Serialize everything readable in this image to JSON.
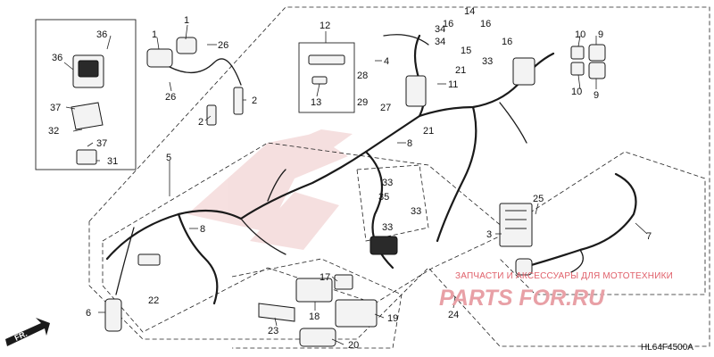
{
  "diagram": {
    "code": "HL64F4500A",
    "direction_label": "FR.",
    "watermark_caption": "ЗАПЧАСТИ И АКСЕССУАРЫ ДЛЯ МОТОТЕХНИКИ",
    "watermark_logo": "PARTS FOR.RU",
    "callouts": [
      "1",
      "1",
      "2",
      "2",
      "3",
      "4",
      "5",
      "6",
      "7",
      "8",
      "8",
      "9",
      "9",
      "10",
      "10",
      "11",
      "12",
      "13",
      "14",
      "15",
      "16",
      "16",
      "16",
      "17",
      "18",
      "19",
      "20",
      "21",
      "21",
      "22",
      "23",
      "24",
      "25",
      "26",
      "26",
      "27",
      "28",
      "29",
      "31",
      "32",
      "33",
      "33",
      "33",
      "33",
      "34",
      "34",
      "35",
      "36",
      "36",
      "37",
      "37"
    ]
  }
}
